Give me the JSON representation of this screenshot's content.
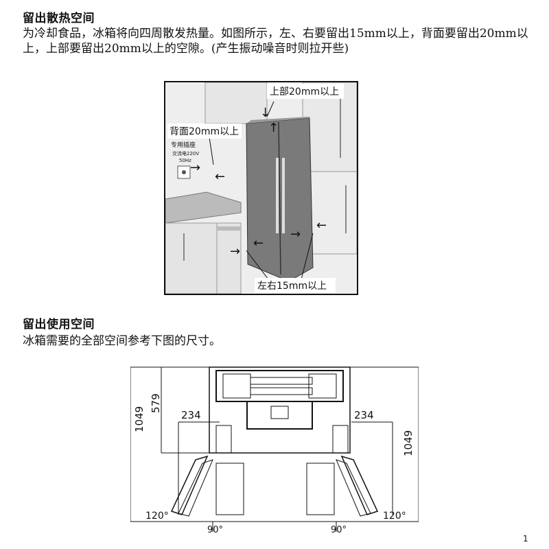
{
  "section1": {
    "heading": "留出散热空间",
    "paragraph": "为冷却食品，冰箱将向四周散发热量。如图所示，左、右要留出15mm以上，背面要留出20mm以上，上部要留出20mm以上的空隙。(产生振动噪音时则拉开些)",
    "figure": {
      "top_label": "上部20mm以上",
      "back_label": "背面20mm以上",
      "socket_label": "专用插座",
      "socket_spec_1": "交流电220V",
      "socket_spec_2": "50Hz",
      "side_label": "左右15mm以上"
    }
  },
  "section2": {
    "heading": "留出使用空间",
    "paragraph": "冰箱需要的全部空间参考下图的尺寸。",
    "figure": {
      "dim_depth_left": "1049",
      "dim_depth_right": "1049",
      "dim_body": "579",
      "dim_side_left": "234",
      "dim_side_right": "234",
      "angle_left": "120°",
      "angle_right": "120°",
      "door_left": "90°",
      "door_right": "90°"
    }
  },
  "page_marker": "1"
}
